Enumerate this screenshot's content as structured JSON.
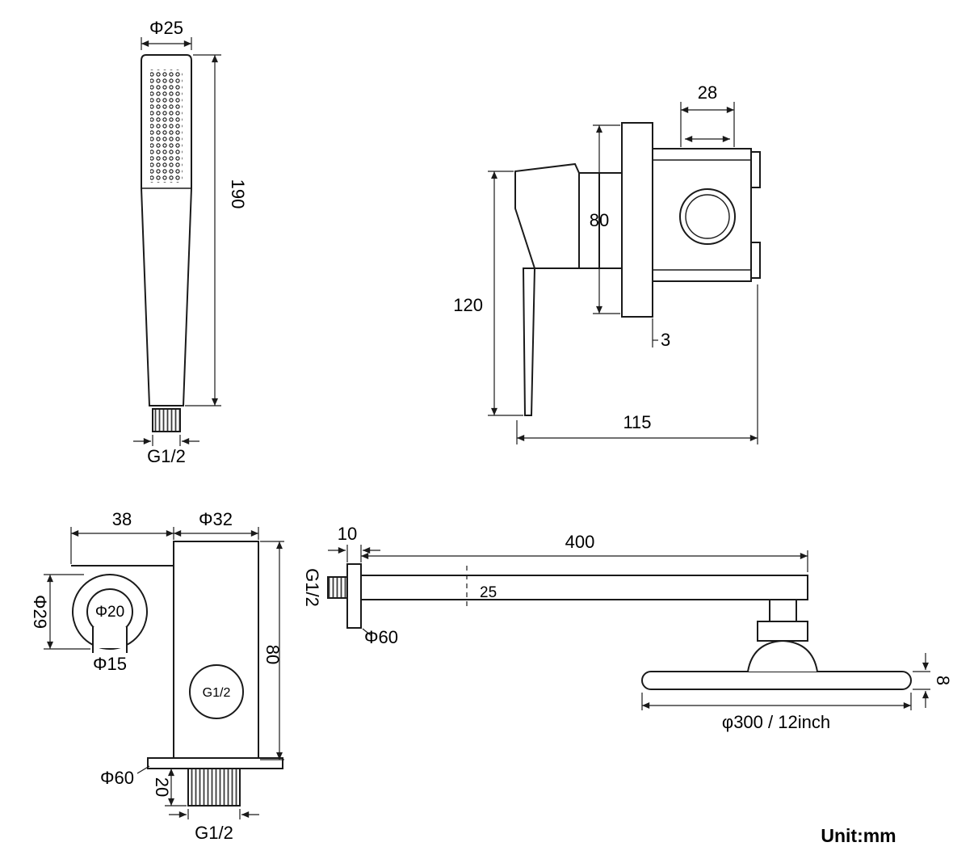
{
  "unit_label": "Unit:mm",
  "colors": {
    "ink": "#1a1a1a",
    "background": "#ffffff"
  },
  "views": {
    "hand_shower": {
      "head_diameter": "Φ25",
      "length": "190",
      "thread": "G1/2"
    },
    "mixer_valve": {
      "top_width": "28",
      "plate_height": "80",
      "handle_length": "120",
      "plate_thickness": "3",
      "total_width": "115"
    },
    "wall_bracket": {
      "arm_width": "38",
      "body_width": "Φ32",
      "clamp_outer_diameter": "Φ29",
      "clamp_inner_diameter": "Φ20",
      "clamp_opening": "Φ15",
      "body_height": "80",
      "outlet_thread": "G1/2",
      "flange_diameter": "Φ60",
      "thread_length": "20",
      "bottom_thread": "G1/2"
    },
    "shower_arm": {
      "flange_thickness": "10",
      "arm_length": "400",
      "inlet_thread": "G1/2",
      "arm_height": "25",
      "flange_diameter": "Φ60",
      "head_diameter": "φ300 / 12inch",
      "head_thickness": "8"
    }
  }
}
